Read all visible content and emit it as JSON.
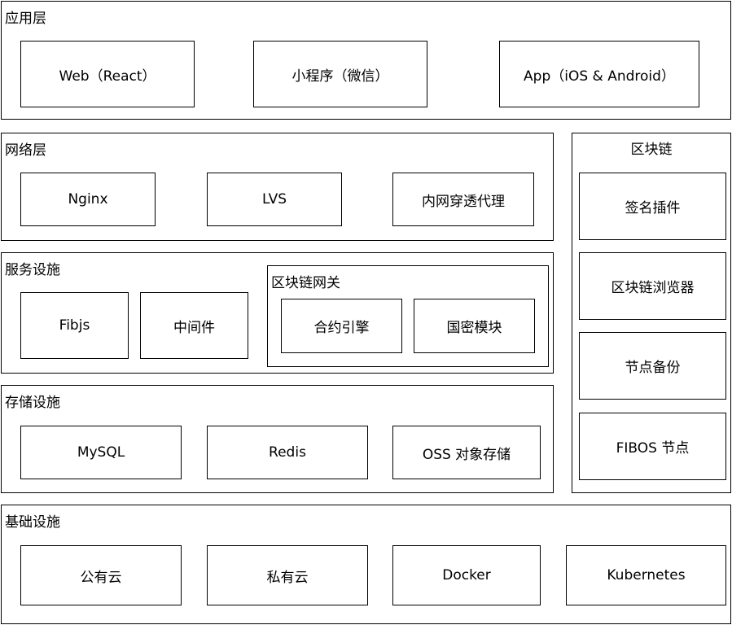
{
  "application_layer": {
    "title": "应用层",
    "items": [
      "Web（React）",
      "小程序（微信）",
      "App（iOS & Android）"
    ]
  },
  "network_layer": {
    "title": "网络层",
    "items": [
      "Nginx",
      "LVS",
      "内网穿透代理"
    ]
  },
  "service_layer": {
    "title": "服务设施",
    "items": [
      "Fibjs",
      "中间件"
    ],
    "gateway": {
      "title": "区块链网关",
      "items": [
        "合约引擎",
        "国密模块"
      ]
    }
  },
  "storage_layer": {
    "title": "存储设施",
    "items": [
      "MySQL",
      "Redis",
      "OSS 对象存储"
    ]
  },
  "infrastructure_layer": {
    "title": "基础设施",
    "items": [
      "公有云",
      "私有云",
      "Docker",
      "Kubernetes"
    ]
  },
  "blockchain_layer": {
    "title": "区块链",
    "items": [
      "签名插件",
      "区块链浏览器",
      "节点备份",
      "FIBOS 节点"
    ]
  }
}
